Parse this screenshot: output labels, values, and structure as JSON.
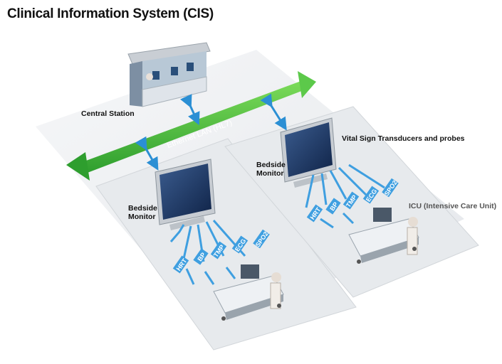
{
  "title": "Clinical Information System (CIS)",
  "labels": {
    "central_station": "Central Station",
    "ethernet": "Ethernet LAN (HL7)",
    "vital_sign": "Vital Sign Transducers and probes",
    "bedside_monitor_line1": "Bedside",
    "bedside_monitor_line2": "Monitor",
    "icu": "ICU (Intensive Care Unit)"
  },
  "signals": [
    "HRT",
    "BP",
    "TMP",
    "ECG",
    "SPO2"
  ],
  "colors": {
    "network_green": "#3cb53c",
    "arrow_blue": "#2b8fd4",
    "signal_tag": "#3f9fe0",
    "platform": "#e9ecef"
  }
}
